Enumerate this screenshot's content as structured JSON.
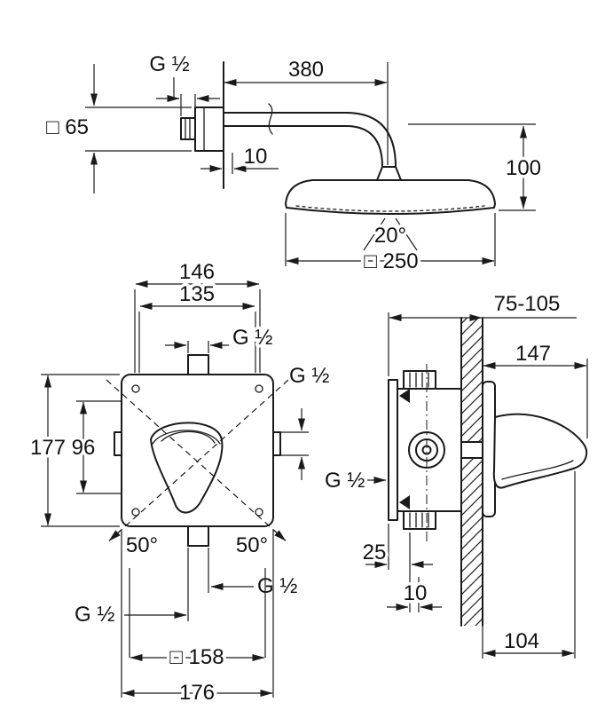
{
  "document": {
    "type": "technical-dimension-drawing",
    "background": "#ffffff",
    "line_color": "#1a1a1a"
  },
  "views": {
    "head_shower": {
      "labels": {
        "thread": "G ½",
        "arm_length": "380",
        "flange_size": "□ 65",
        "flange_depth": "10",
        "head_height": "100",
        "spray_angle": "20°",
        "head_size": "□ 250"
      }
    },
    "mixer_front": {
      "labels": {
        "width_146": "146",
        "width_135": "135",
        "thread_top": "G ½",
        "thread_right": "G ½",
        "height_177": "177",
        "height_96": "96",
        "swing_left": "50°",
        "swing_right": "50°",
        "thread_bottom_left": "G ½",
        "thread_bottom_right": "G ½",
        "plate_size": "□ 158",
        "width_total": "176"
      }
    },
    "mixer_side": {
      "labels": {
        "install_depth": "75-105",
        "handle_reach": "147",
        "thread": "G ½",
        "depth_25": "25",
        "depth_10": "10",
        "protrusion": "104"
      }
    }
  }
}
